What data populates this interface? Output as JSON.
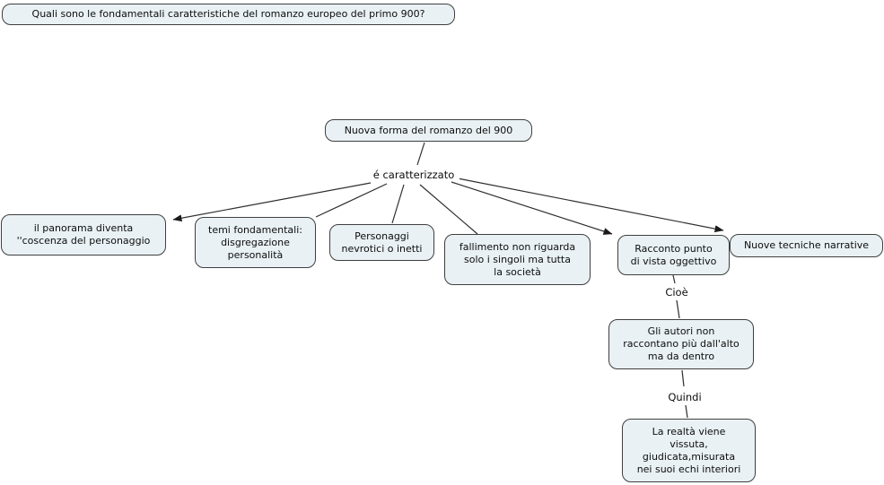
{
  "map": {
    "question": "Quali sono le fondamentali caratteristiche del romanzo europeo del primo 900?",
    "root": "Nuova forma del romanzo del 900",
    "link_labels": {
      "caratterizzato": "é caratterizzato",
      "cioe": "Cioè",
      "quindi": "Quindi"
    },
    "nodes": {
      "panorama": "il panorama diventa\n''coscenza del personaggio",
      "temi": "temi fondamentali:\ndisgregazione\npersonalità",
      "personaggi": "Personaggi\nnevrotici o inetti",
      "fallimento": "fallimento non riguarda\nsolo i singoli ma tutta\nla società",
      "racconto": "Racconto punto\ndi vista oggettivo",
      "tecniche": "Nuove tecniche narrative",
      "autori": "Gli autori non\nraccontano più dall'alto\nma da dentro",
      "realta": "La realtà viene\nvissuta,\ngiudicata,misurata\nnei suoi echi interiori"
    },
    "colors": {
      "node_fill": "#e9f1f5",
      "node_border": "#3f3f3f",
      "line": "#2e2e2e"
    }
  }
}
